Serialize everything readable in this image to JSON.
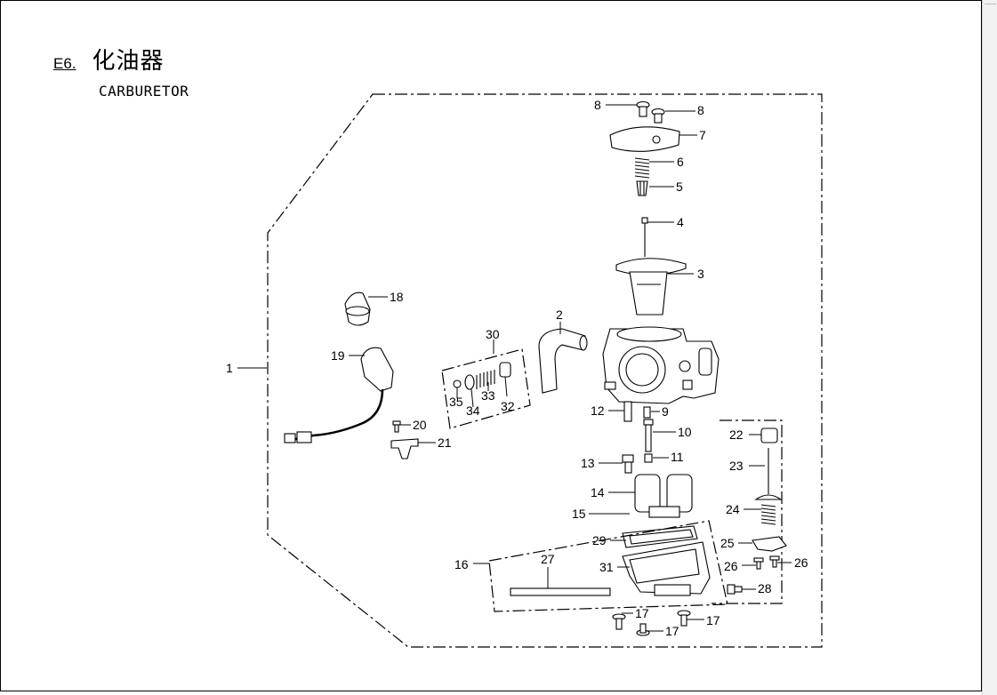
{
  "header": {
    "section_code": "E6.",
    "title_cn": "化油器",
    "title_en": "CARBURETOR"
  },
  "callouts": [
    "1",
    "2",
    "3",
    "4",
    "5",
    "6",
    "7",
    "8",
    "8",
    "9",
    "10",
    "11",
    "12",
    "13",
    "14",
    "15",
    "16",
    "17",
    "17",
    "17",
    "18",
    "19",
    "20",
    "21",
    "22",
    "23",
    "24",
    "25",
    "26",
    "26",
    "27",
    "28",
    "29",
    "30",
    "31",
    "32",
    "33",
    "34",
    "35"
  ]
}
